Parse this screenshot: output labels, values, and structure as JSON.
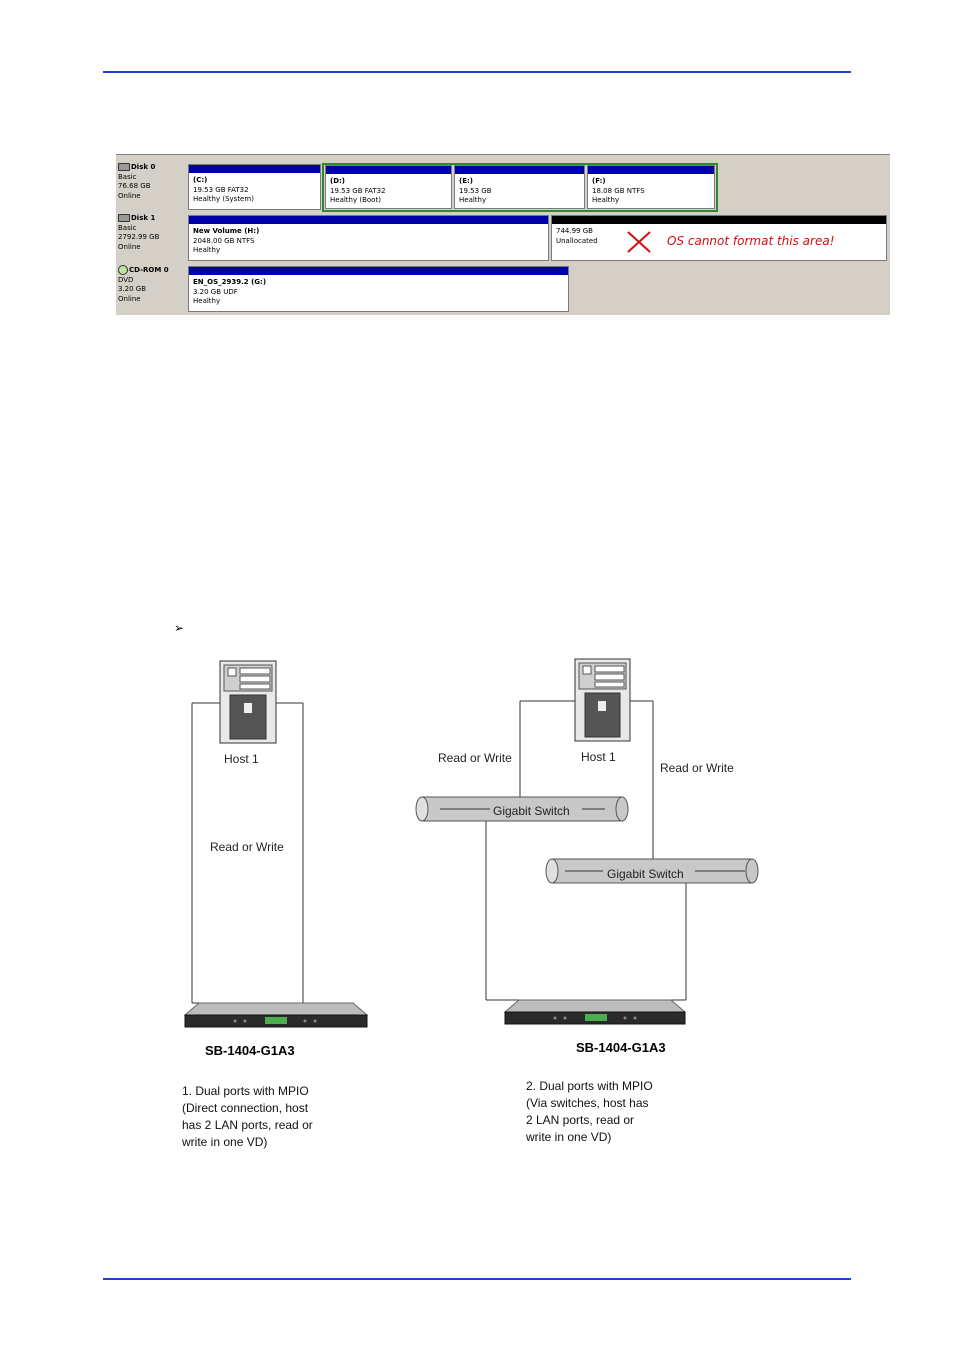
{
  "disks": [
    {
      "name": "Disk 0",
      "type": "Basic",
      "size": "76.68 GB",
      "status": "Online",
      "partitions": [
        {
          "label": "(C:)",
          "detail": "19.53 GB FAT32",
          "health": "Healthy (System)"
        },
        {
          "label": "(D:)",
          "detail": "19.53 GB FAT32",
          "health": "Healthy (Boot)"
        },
        {
          "label": "(E:)",
          "detail": "19.53 GB",
          "health": "Healthy"
        },
        {
          "label": "(F:)",
          "detail": "18.08 GB NTFS",
          "health": "Healthy"
        }
      ]
    },
    {
      "name": "Disk 1",
      "type": "Basic",
      "size": "2792.99 GB",
      "status": "Online",
      "partitions": [
        {
          "label": "New Volume (H:)",
          "detail": "2048.00 GB NTFS",
          "health": "Healthy"
        },
        {
          "label": "",
          "detail": "744.99 GB",
          "health": "Unallocated"
        }
      ]
    },
    {
      "name": "CD-ROM 0",
      "type": "DVD",
      "size": "3.20 GB",
      "status": "Online",
      "partitions": [
        {
          "label": "EN_OS_2939.2 (G:)",
          "detail": "3.20 GB UDF",
          "health": "Healthy"
        }
      ]
    }
  ],
  "warning": "OS cannot format this area!",
  "bullet": "➢",
  "diagram1": {
    "host": "Host 1",
    "path_label": "Read or Write",
    "model": "SB-1404-G1A3",
    "caption": [
      "1. Dual ports with MPIO",
      "(Direct connection, host",
      "has 2 LAN ports, read or",
      "write in one VD)"
    ]
  },
  "diagram2": {
    "host": "Host 1",
    "path_label_left": "Read or Write",
    "path_label_right": "Read or Write",
    "switch1": "Gigabit Switch",
    "switch2": "Gigabit Switch",
    "model": "SB-1404-G1A3",
    "caption": [
      "2. Dual ports with MPIO",
      "(Via switches, host has",
      "2 LAN ports, read or",
      "write in one VD)"
    ]
  },
  "colors": {
    "rule": "#1f3fd6",
    "partition_bar": "#0000a8",
    "selection": "#2c8c2c",
    "warning": "#d01010"
  }
}
